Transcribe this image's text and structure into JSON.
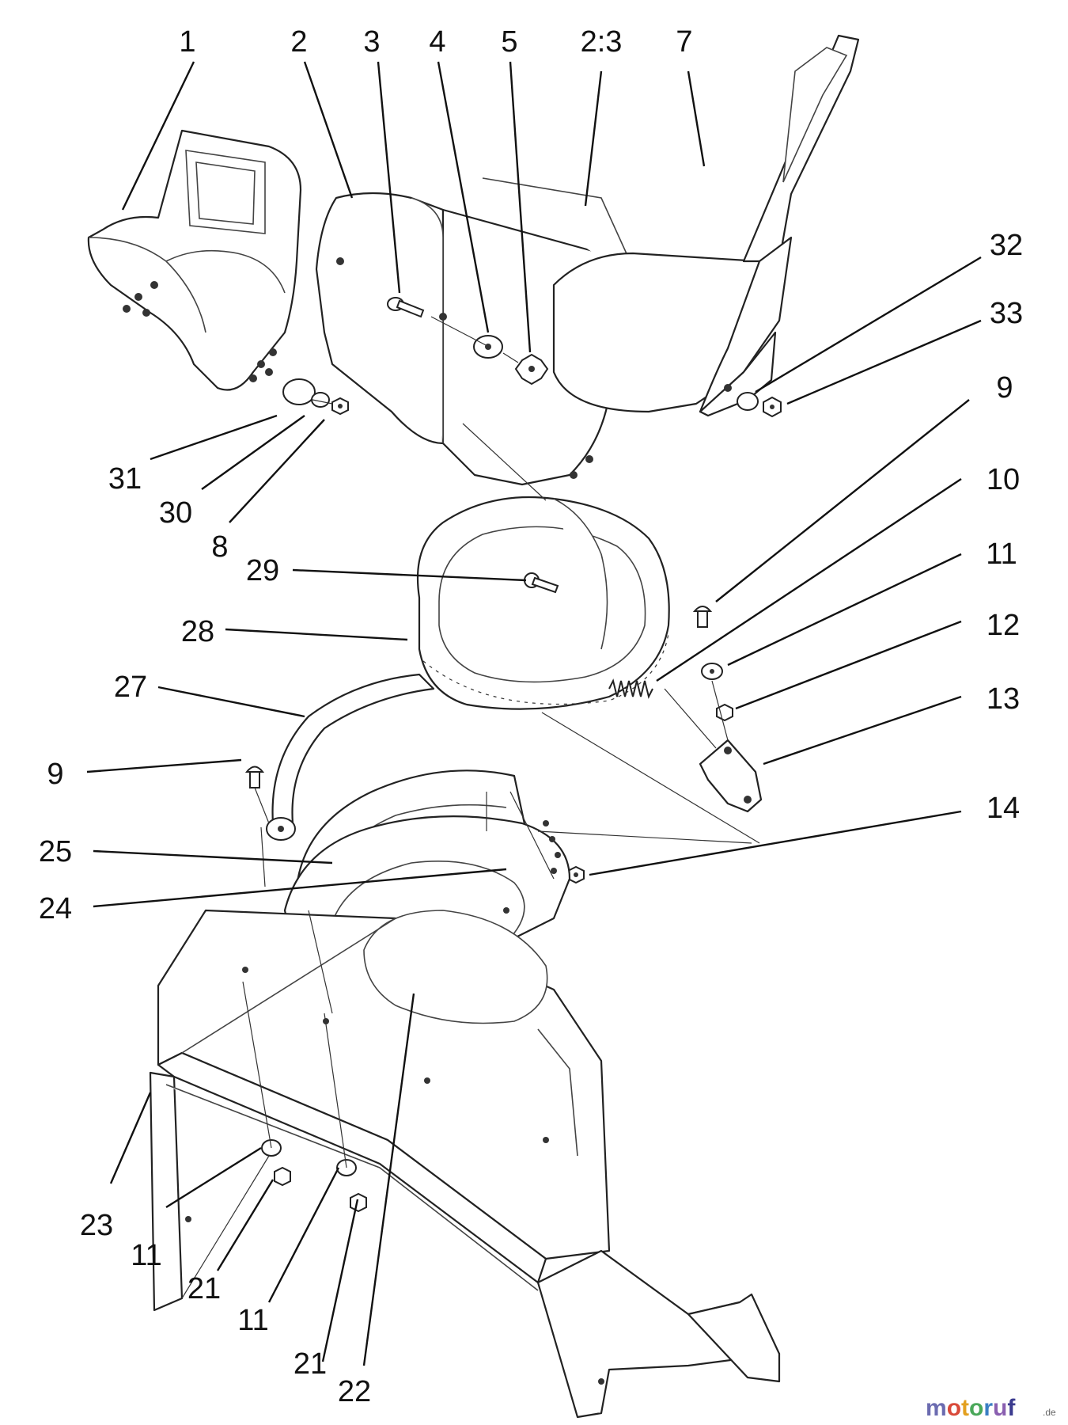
{
  "callouts": {
    "c1": "1",
    "c2": "2",
    "c3": "3",
    "c4": "4",
    "c5": "5",
    "c23_top": "2:3",
    "c7": "7",
    "c32": "32",
    "c33": "33",
    "c9_right": "9",
    "c10": "10",
    "c11_right": "11",
    "c12": "12",
    "c13": "13",
    "c14": "14",
    "c31": "31",
    "c30": "30",
    "c8": "8",
    "c29": "29",
    "c28": "28",
    "c27": "27",
    "c9_left": "9",
    "c25": "25",
    "c24": "24",
    "c23": "23",
    "c11_a": "11",
    "c21_a": "21",
    "c11_b": "11",
    "c21_b": "21",
    "c22": "22"
  },
  "watermark": {
    "m1": "m",
    "o1": "o",
    "t": "t",
    "o2": "o",
    "r": "r",
    "u": "u",
    "f": "f",
    "suffix": ".de",
    "colors": {
      "m": "#6b6bb0",
      "o1": "#d94a3a",
      "t": "#e3a020",
      "o2": "#4aa85a",
      "r": "#3b7fc4",
      "u": "#8a5fb0",
      "f": "#3b3b8f"
    }
  },
  "icons": [
    "discharge-chute-icon",
    "auger-housing-icon",
    "chute-ring-gear-icon"
  ]
}
